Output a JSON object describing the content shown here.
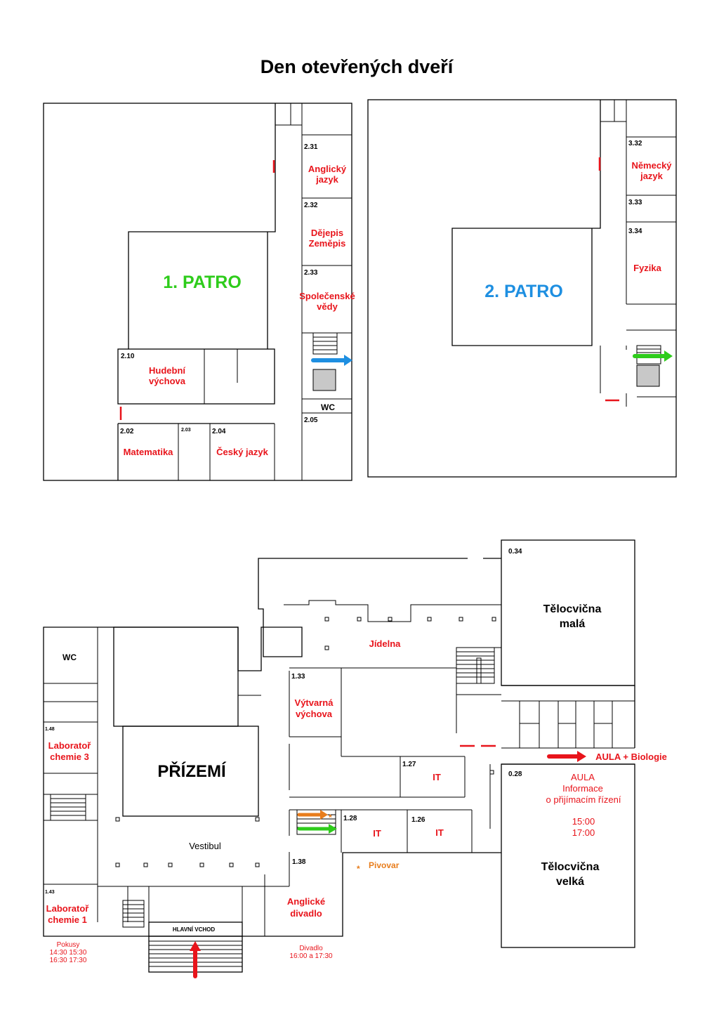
{
  "title": "Den otevřených dveří",
  "floor1": {
    "label": "1. PATRO",
    "rooms": [
      {
        "number": "2.31",
        "name": "Anglický jazyk",
        "line1": "Anglický",
        "line2": "jazyk"
      },
      {
        "number": "2.32",
        "name": "Dějepis Zeměpis",
        "line1": "Dějepis",
        "line2": "Zeměpis"
      },
      {
        "number": "2.33",
        "name": "Společenské vědy",
        "line1": "Společenské",
        "line2": "vědy"
      },
      {
        "number": "2.10",
        "name": "Hudební výchova",
        "line1": "Hudební",
        "line2": "výchova"
      },
      {
        "number": "2.02",
        "name": "Matematika"
      },
      {
        "number": "2.03"
      },
      {
        "number": "2.04",
        "name": "Český jazyk"
      },
      {
        "number": "2.05"
      }
    ],
    "wc": "WC"
  },
  "floor2": {
    "label": "2. PATRO",
    "rooms": [
      {
        "number": "3.32",
        "name": "Německý jazyk",
        "line1": "Německý",
        "line2": "jazyk"
      },
      {
        "number": "3.33"
      },
      {
        "number": "3.34",
        "name": "Fyzika"
      }
    ]
  },
  "ground": {
    "label": "PŘÍZEMÍ",
    "vestibul": "Vestibul",
    "entrance": "HLAVNÍ VCHOD",
    "wc": "WC",
    "rooms": {
      "r034": "0.34",
      "small_gym_1": "Tělocvična",
      "small_gym_2": "malá",
      "jidelna": "Jídelna",
      "r133": "1.33",
      "art_1": "Výtvarná",
      "art_2": "výchova",
      "r148": "1.48",
      "chem3_1": "Laboratoř",
      "chem3_2": "chemie 3",
      "r127": "1.27",
      "it1": "IT",
      "r128": "1.28",
      "it2": "IT",
      "r126": "1.26",
      "it3": "IT",
      "r138": "1.38",
      "theatre_1": "Anglické",
      "theatre_2": "divadlo",
      "r143": "1.43",
      "chem1_1": "Laboratoř",
      "chem1_2": "chemie 1",
      "r028": "0.28",
      "big_gym_1": "Tělocvična",
      "big_gym_2": "velká"
    },
    "aula_arrow_label": "AULA + Biologie",
    "aula_info": {
      "line1": "AULA",
      "line2": "Informace",
      "line3": "o přijímacím řízení",
      "time1": "15:00",
      "time2": "17:00"
    },
    "pivovar": "Pivovar",
    "pokusy": {
      "line1": "Pokusy",
      "line2": "14:30 15:30",
      "line3": "16:30 17:30"
    },
    "divadlo": {
      "line1": "Divadlo",
      "line2": "16:00 a 17:30"
    }
  },
  "colors": {
    "red": "#e8141b",
    "green": "#2ecc1b",
    "blue": "#1e8fe1",
    "orange": "#e87d1c"
  }
}
